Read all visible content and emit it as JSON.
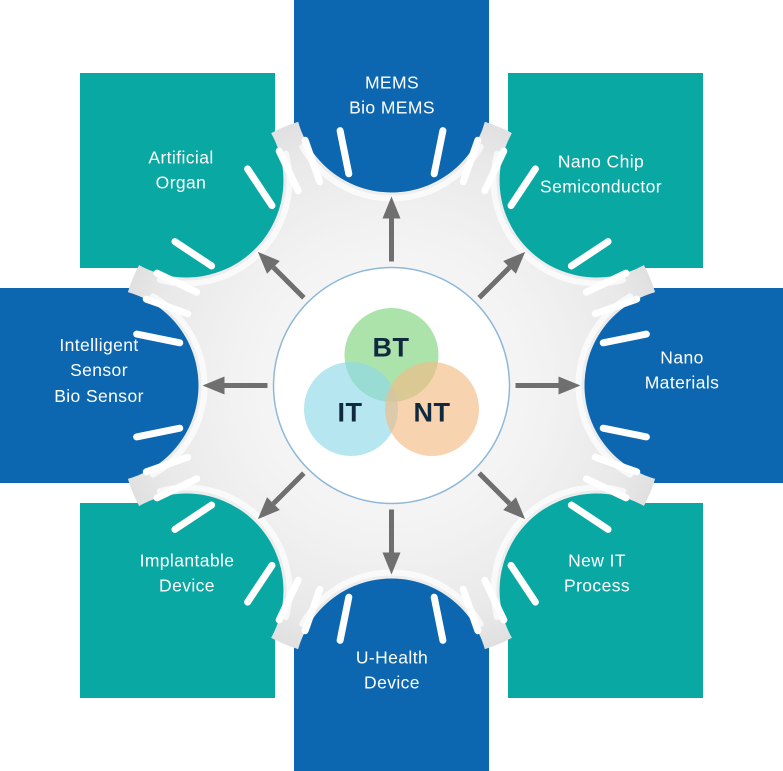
{
  "diagram": {
    "center": {
      "venn": [
        {
          "id": "bt",
          "label": "BT",
          "color": "#7ed47e"
        },
        {
          "id": "it",
          "label": "IT",
          "color": "#8fd9e8"
        },
        {
          "id": "nt",
          "label": "NT",
          "color": "#f2bc85"
        }
      ],
      "label_color": "#10293f",
      "circle_border_color": "#8fb8d8"
    },
    "blocks": [
      {
        "id": "mems-bio-mems",
        "label": "MEMS\nBio MEMS",
        "color_key": "blue"
      },
      {
        "id": "nano-chip-semiconductor",
        "label": "Nano Chip\nSemiconductor",
        "color_key": "teal"
      },
      {
        "id": "nano-materials",
        "label": "Nano\nMaterials",
        "color_key": "blue"
      },
      {
        "id": "new-it-process",
        "label": "New IT\nProcess",
        "color_key": "teal"
      },
      {
        "id": "u-health-device",
        "label": "U-Health\nDevice",
        "color_key": "blue"
      },
      {
        "id": "implantable-device",
        "label": "Implantable\nDevice",
        "color_key": "teal"
      },
      {
        "id": "intelligent-sensor-bio-sensor",
        "label": "Intelligent\nSensor\nBio Sensor",
        "color_key": "blue"
      },
      {
        "id": "artificial-organ",
        "label": "Artificial\nOrgan",
        "color_key": "teal"
      }
    ],
    "colors": {
      "blue": "#0d67b0",
      "teal": "#0aa8a3",
      "arrow": "#6f6f6f",
      "label_text": "#ffffff",
      "ring_inner": "#fdfdfd",
      "ring_outer": "#dfdfdf"
    }
  }
}
